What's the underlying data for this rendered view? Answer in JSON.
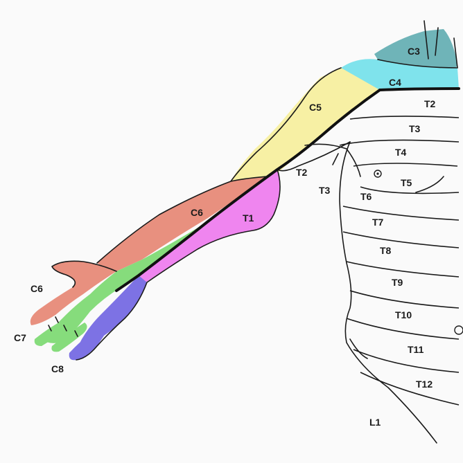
{
  "dermatome_labels": {
    "C3": "C3",
    "C4": "C4",
    "C5": "C5",
    "C6_arm": "C6",
    "T1": "T1",
    "T2_trunk": "T2",
    "T3_trunk": "T3",
    "T4": "T4",
    "T5": "T5",
    "T6": "T6",
    "T7": "T7",
    "T8": "T8",
    "T9": "T9",
    "T10": "T10",
    "T11": "T11",
    "T12": "T12",
    "L1": "L1",
    "T2_axilla": "T2",
    "T3_axilla": "T3",
    "C6_hand": "C6",
    "C7_hand": "C7",
    "C8_hand": "C8"
  },
  "colors": {
    "C3": "#6fb4b8",
    "C4": "#7fe3ec",
    "C5": "#f7f0a4",
    "C6": "#e8907f",
    "C7": "#86dc7c",
    "C8": "#7d72e4",
    "T1": "#ef85ef",
    "skin": "#ffffff"
  }
}
